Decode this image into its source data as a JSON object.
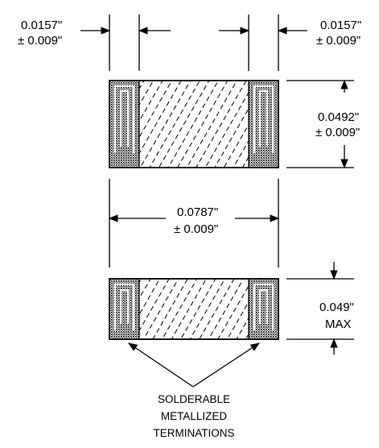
{
  "dimensions": {
    "termination_left": {
      "value": "0.0157\"",
      "tolerance": "± 0.009\""
    },
    "termination_right": {
      "value": "0.0157\"",
      "tolerance": "± 0.009\""
    },
    "width": {
      "value": "0.0492\"",
      "tolerance": "± 0.009\""
    },
    "length": {
      "value": "0.0787\"",
      "tolerance": "± 0.009\""
    },
    "thickness": {
      "value": "0.049\"",
      "tolerance": "MAX"
    }
  },
  "callout": {
    "line1": "SOLDERABLE",
    "line2": "METALLIZED",
    "line3": "TERMINATIONS"
  },
  "colors": {
    "ink": "#000000",
    "background": "#ffffff",
    "termination_fill": "#7a7a7a"
  }
}
